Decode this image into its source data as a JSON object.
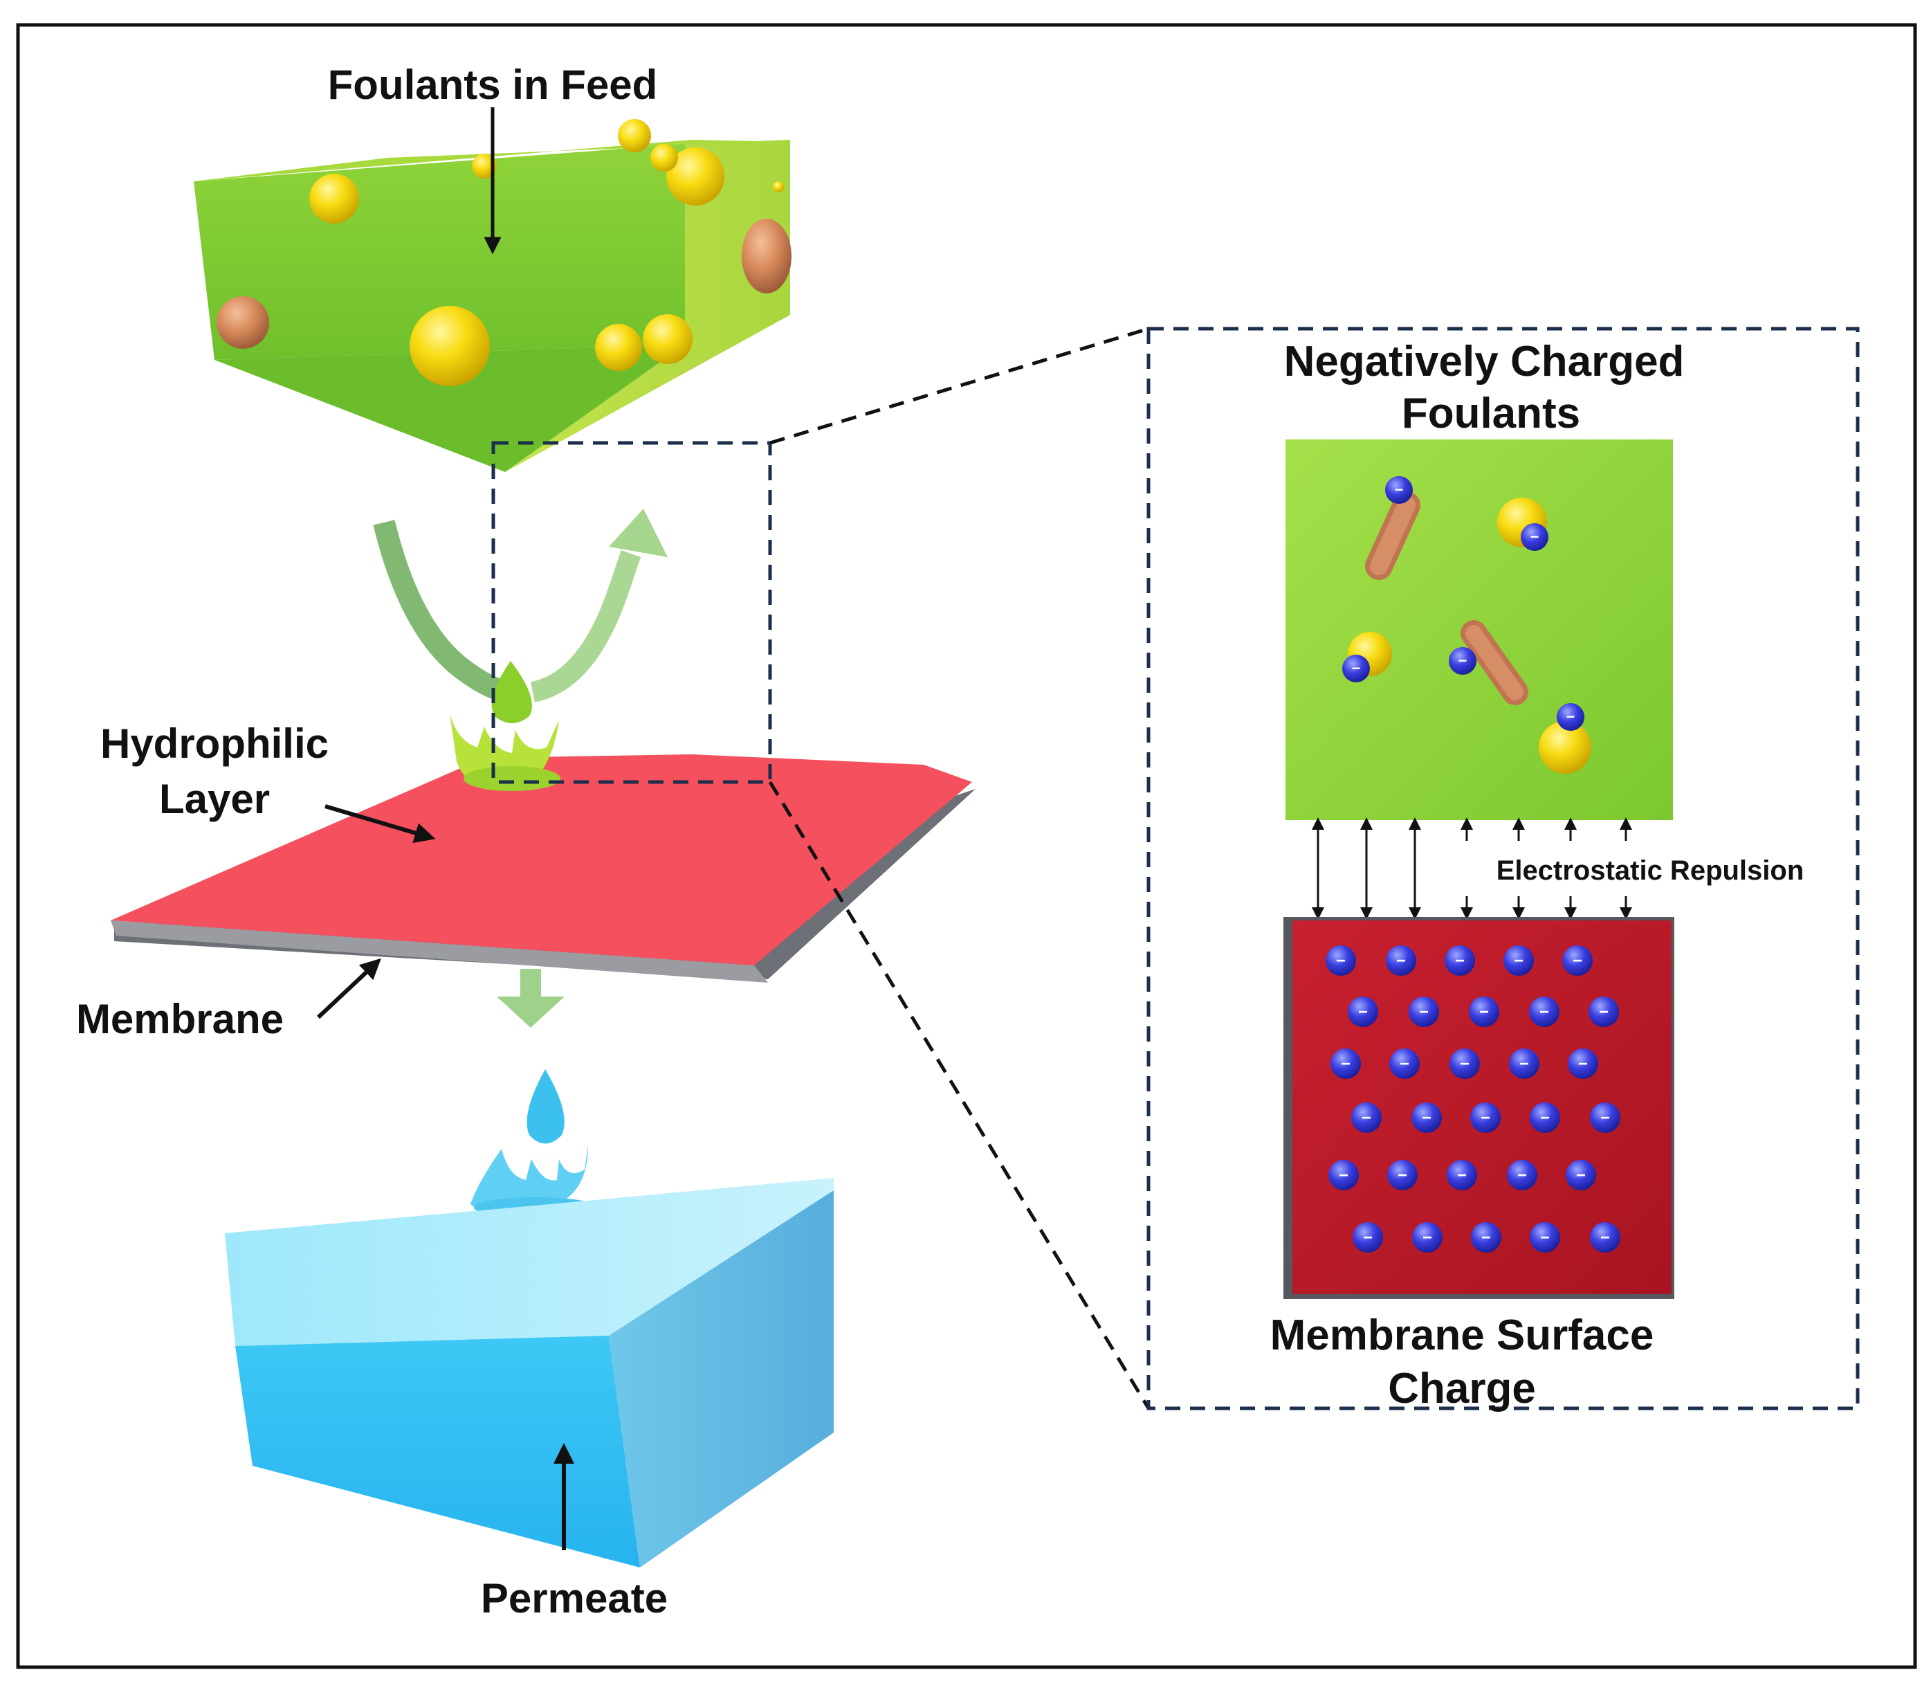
{
  "labels": {
    "foulants_in_feed": "Foulants in Feed",
    "hydrophilic_line1": "Hydrophilic",
    "hydrophilic_line2": "Layer",
    "membrane": "Membrane",
    "permeate": "Permeate",
    "neg_charged_line1": "Negatively Charged",
    "neg_charged_line2": "Foulants",
    "electrostatic_repulsion": "Electrostatic Repulsion",
    "membrane_surface_line1": "Membrane Surface",
    "membrane_surface_line2": "Charge"
  },
  "charge_symbol": "−",
  "colors": {
    "feed_green": "#8cc63f",
    "hydrophilic_red": "#f4505e",
    "membrane_gray": "#6d7077",
    "permeate_blue": "#3ec3f3",
    "surface_red": "#c21b2b",
    "charge_blue": "#3a3fe0",
    "foulant_yellow": "#f5d90a",
    "foulant_orange": "#d98a5c",
    "dashed_navy": "#1b2e4b"
  },
  "icons": [
    "foulant-sphere-icon",
    "negative-charge-icon",
    "water-drop-icon",
    "splash-crown-icon",
    "curved-arrow-icon"
  ]
}
